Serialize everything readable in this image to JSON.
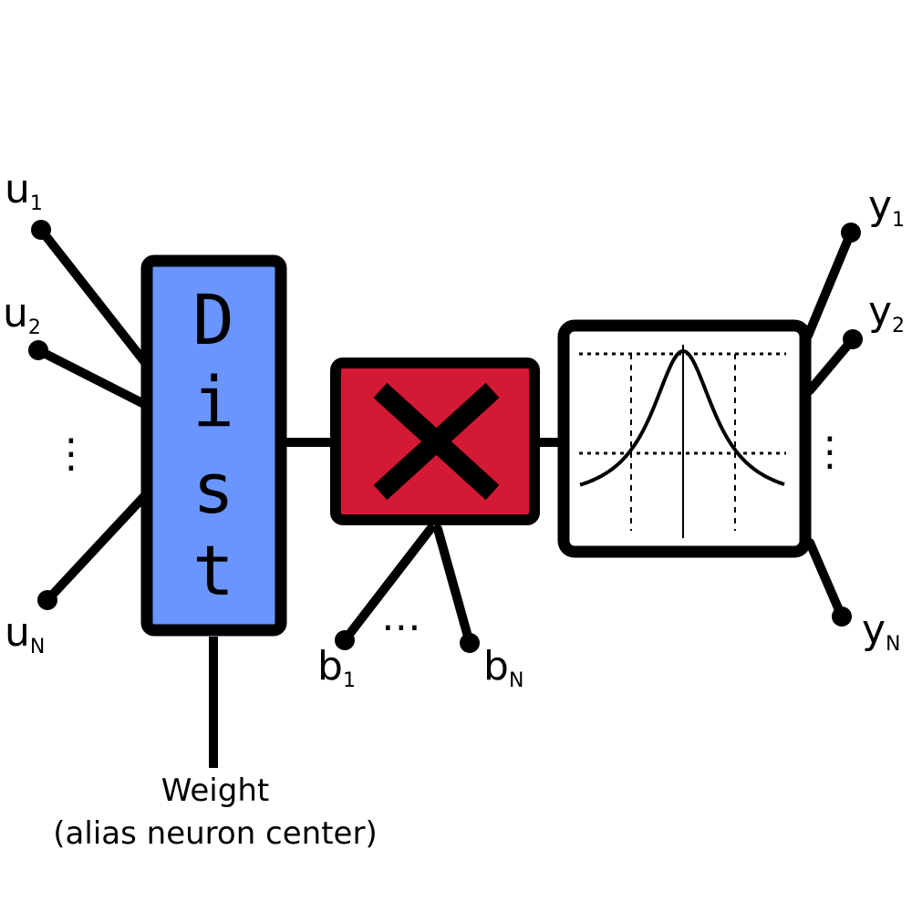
{
  "colors": {
    "dist_block": "#6a95ff",
    "product_block": "#d41935",
    "line": "#000000",
    "background": "#ffffff"
  },
  "inputs": {
    "u1": {
      "base": "u",
      "sub": "1"
    },
    "u2": {
      "base": "u",
      "sub": "2"
    },
    "uN": {
      "base": "u",
      "sub": "N"
    },
    "ellipsis": "⋮"
  },
  "dist_block": {
    "letters": [
      "D",
      "i",
      "s",
      "t"
    ]
  },
  "product_block": {
    "symbol": "multiply-icon"
  },
  "biases": {
    "b1": {
      "base": "b",
      "sub": "1"
    },
    "bN": {
      "base": "b",
      "sub": "N"
    },
    "ellipsis": "⋯"
  },
  "activation_block": {
    "icon": "gaussian-curve-icon"
  },
  "outputs": {
    "y1": {
      "base": "y",
      "sub": "1"
    },
    "y2": {
      "base": "y",
      "sub": "2"
    },
    "yN": {
      "base": "y",
      "sub": "N"
    },
    "ellipsis": "⋮"
  },
  "weight_caption": {
    "line1": "Weight",
    "line2": "(alias neuron center)"
  }
}
